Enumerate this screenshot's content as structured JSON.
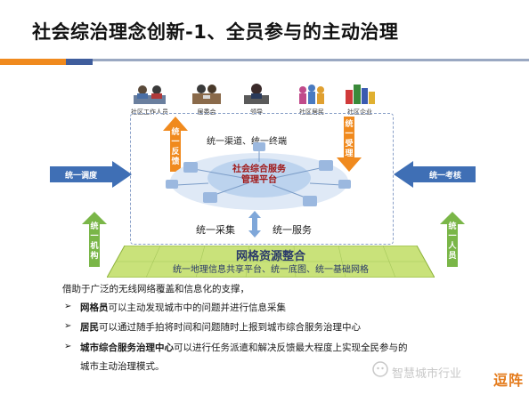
{
  "title": "社会综治理念创新-1、全员参与的主动治理",
  "actors": [
    {
      "label": "社区工作人员"
    },
    {
      "label": "居委会"
    },
    {
      "label": "领导"
    },
    {
      "label": "社区居民"
    },
    {
      "label": "社区企业"
    }
  ],
  "diagram": {
    "left_arrow": "统一调度",
    "right_arrow": "统一考核",
    "up_arrow_vertical": [
      "统",
      "一",
      "反",
      "馈"
    ],
    "down_arrow_vertical": [
      "统",
      "一",
      "受",
      "理"
    ],
    "left_small_vertical": [
      "统",
      "一",
      "机",
      "构"
    ],
    "right_small_vertical": [
      "统",
      "一",
      "人",
      "员"
    ],
    "channels": "统一渠道、统一终端",
    "platform": [
      "社会综合服务",
      "管理平台"
    ],
    "collect": "统一采集",
    "service": "统一服务",
    "grid_title": "网格资源整合",
    "grid_sub": "统一地理信息共享平台、统一底图、统一基础网格"
  },
  "intro": "借助于广泛的无线网络覆盖和信息化的支撑，",
  "bullets": [
    {
      "term": "网格员",
      "text": "可以主动发现城市中的问题并进行信息采集"
    },
    {
      "term": "居民",
      "text": "可以通过随手拍将时间和问题随时上报到城市综合服务治理中心"
    },
    {
      "term": "城市综合服务治理中心",
      "text": "可以进行任务派遣和解决反馈最大程度上实现全民参与的"
    }
  ],
  "bullet_tail": "城市主动治理模式。",
  "bullet_marker": "➢",
  "watermark": "智慧城市行业",
  "corner_logo": "逗阵",
  "colors": {
    "orange": "#f08a1e",
    "blue_arrow": "#3f6fb5",
    "green_arrow": "#7ab648",
    "grid_green": "#c9e27a"
  }
}
